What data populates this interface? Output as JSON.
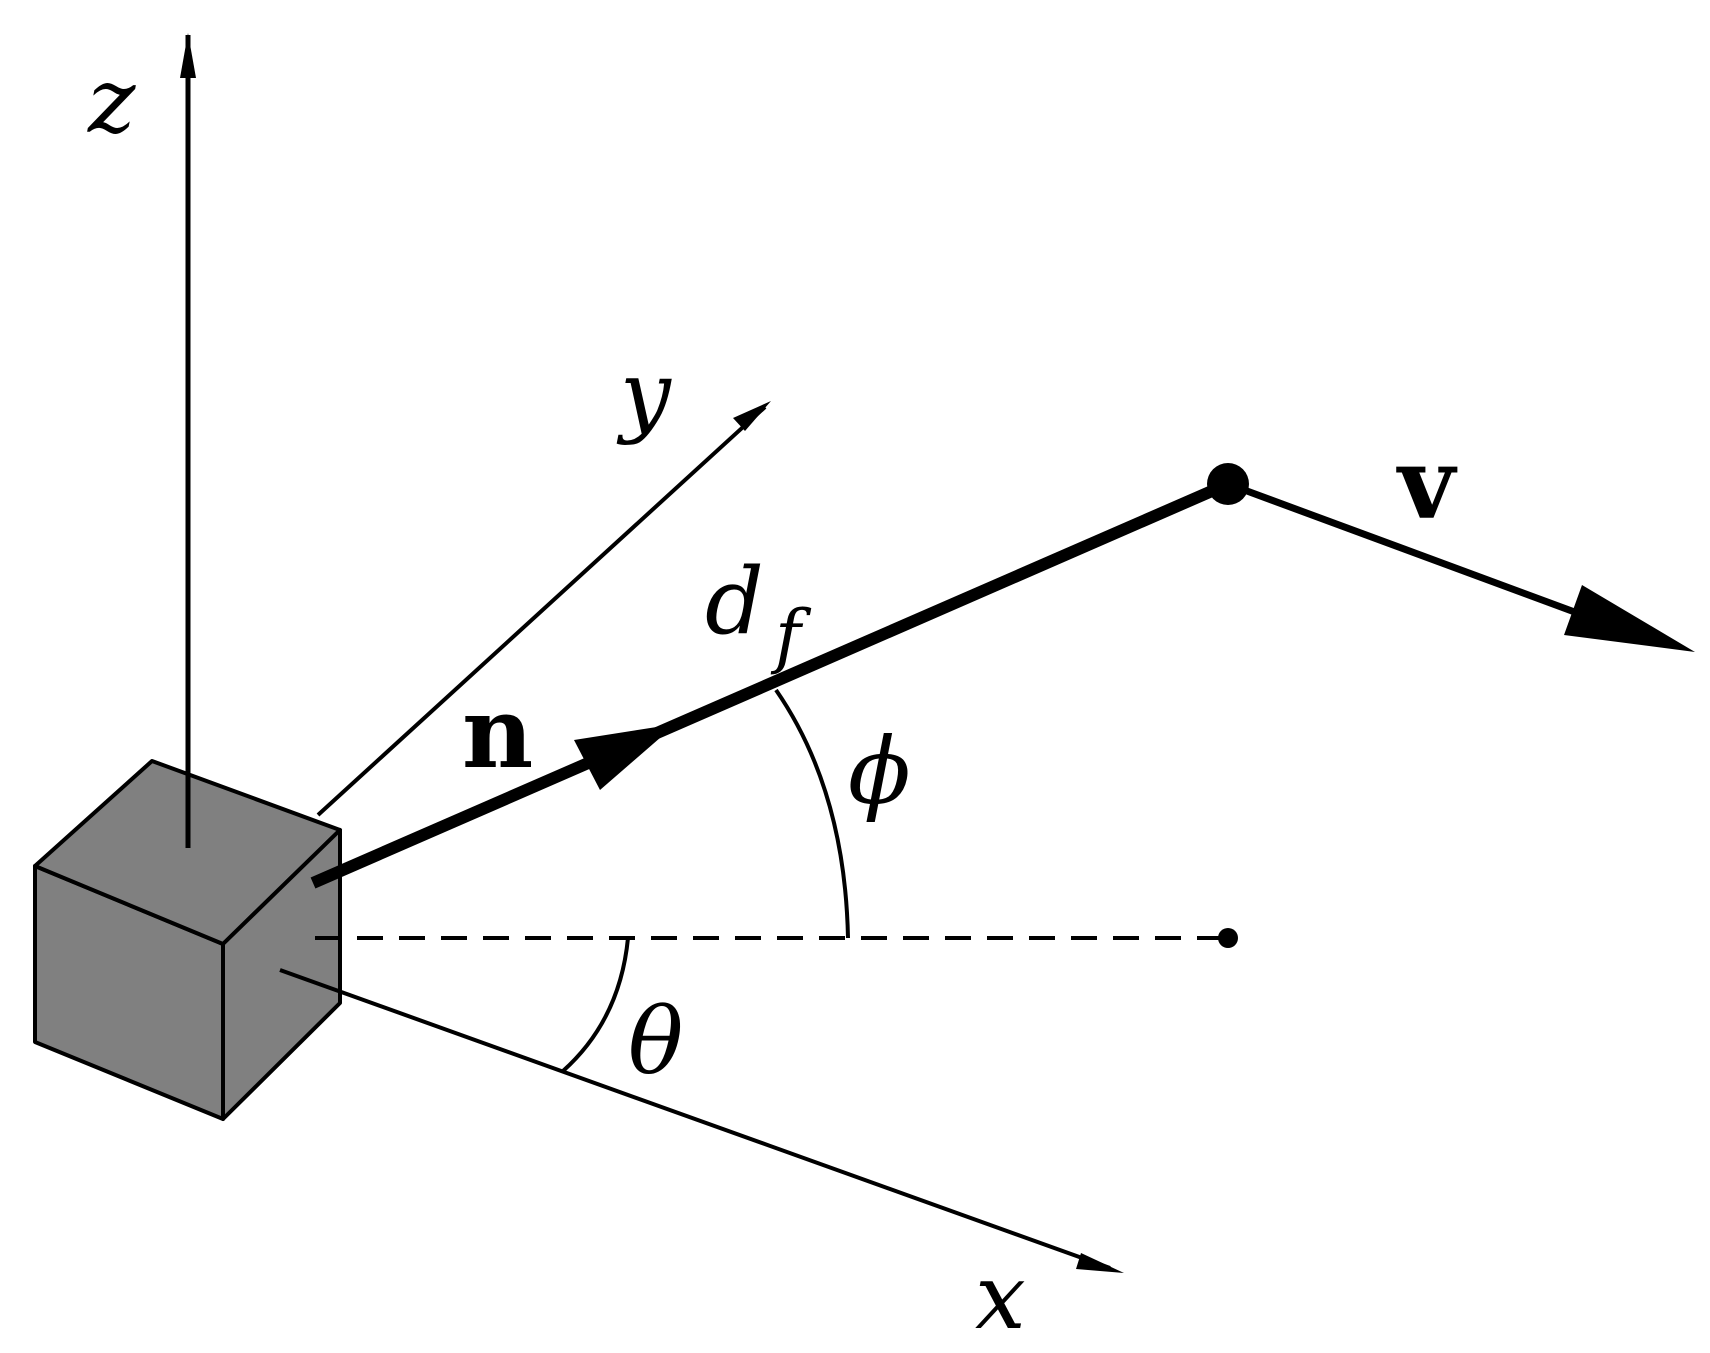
{
  "labels": {
    "z_axis": "z",
    "y_axis": "y",
    "x_axis": "x",
    "normal_vector": "n",
    "velocity_vector": "v",
    "distance_main": "d",
    "distance_sub": "f",
    "elevation_angle": "ϕ",
    "azimuth_angle": "θ"
  },
  "colors": {
    "ink": "#000000",
    "cube_fill": "#808080",
    "background": "#ffffff"
  }
}
